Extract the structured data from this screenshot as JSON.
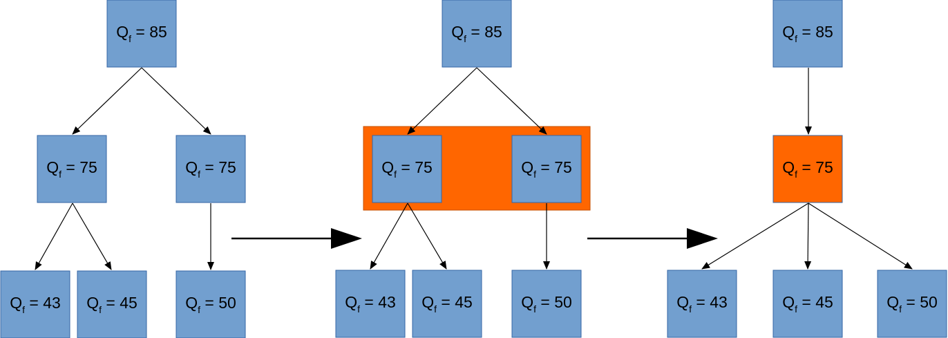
{
  "colors": {
    "node_fill": "#729fcf",
    "node_stroke": "#3465a4",
    "highlight": "#ff6600",
    "edge": "#000000"
  },
  "label_symbol": "Q",
  "label_subscript": "f",
  "label_separator": " = ",
  "stages": [
    {
      "nodes": [
        {
          "id": "s1-root",
          "value": "85"
        },
        {
          "id": "s1-left",
          "value": "75"
        },
        {
          "id": "s1-right",
          "value": "75"
        },
        {
          "id": "s1-ll",
          "value": "43"
        },
        {
          "id": "s1-lr",
          "value": "45"
        },
        {
          "id": "s1-rc",
          "value": "50"
        }
      ]
    },
    {
      "nodes": [
        {
          "id": "s2-root",
          "value": "85"
        },
        {
          "id": "s2-left",
          "value": "75"
        },
        {
          "id": "s2-right",
          "value": "75"
        },
        {
          "id": "s2-ll",
          "value": "43"
        },
        {
          "id": "s2-lr",
          "value": "45"
        },
        {
          "id": "s2-rc",
          "value": "50"
        }
      ]
    },
    {
      "nodes": [
        {
          "id": "s3-root",
          "value": "85"
        },
        {
          "id": "s3-mid",
          "value": "75"
        },
        {
          "id": "s3-a",
          "value": "43"
        },
        {
          "id": "s3-b",
          "value": "45"
        },
        {
          "id": "s3-c",
          "value": "50"
        }
      ]
    }
  ]
}
